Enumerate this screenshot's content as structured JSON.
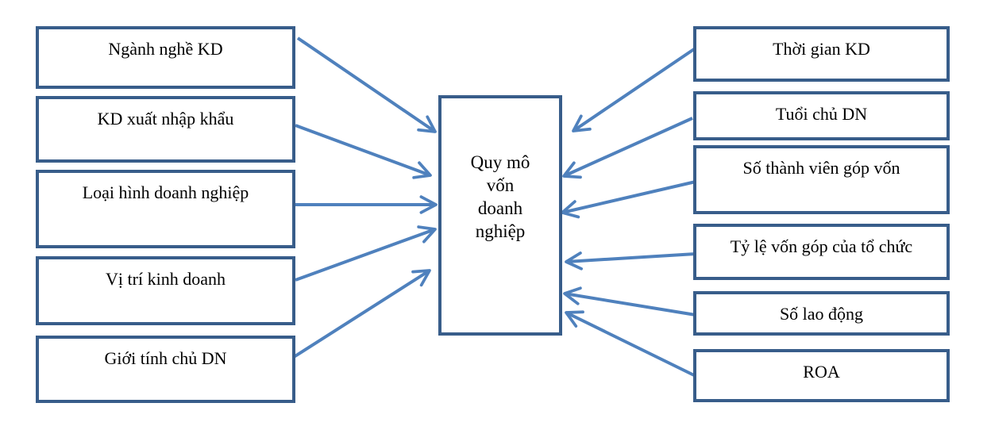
{
  "colors": {
    "box-border": "#385D8A",
    "arrow": "#4F81BD",
    "text": "#000000",
    "background": "#FFFFFF"
  },
  "center": {
    "label": "Quy mô vốn doanh nghiệp",
    "lines": [
      "Quy mô",
      "vốn",
      "doanh",
      "nghiệp"
    ]
  },
  "factors": {
    "left": [
      {
        "label": "Ngành nghề KD"
      },
      {
        "label": "KD xuất nhập khẩu"
      },
      {
        "label": "Loại hình doanh nghiệp"
      },
      {
        "label": "Vị trí kinh doanh"
      },
      {
        "label": "Giới tính chủ DN"
      }
    ],
    "right": [
      {
        "label": "Thời gian KD"
      },
      {
        "label": "Tuổi chủ DN"
      },
      {
        "label": "Số thành viên góp vốn"
      },
      {
        "label": "Tỷ lệ vốn góp của tổ chức"
      },
      {
        "label": "Số lao động"
      },
      {
        "label": "ROA"
      }
    ]
  }
}
